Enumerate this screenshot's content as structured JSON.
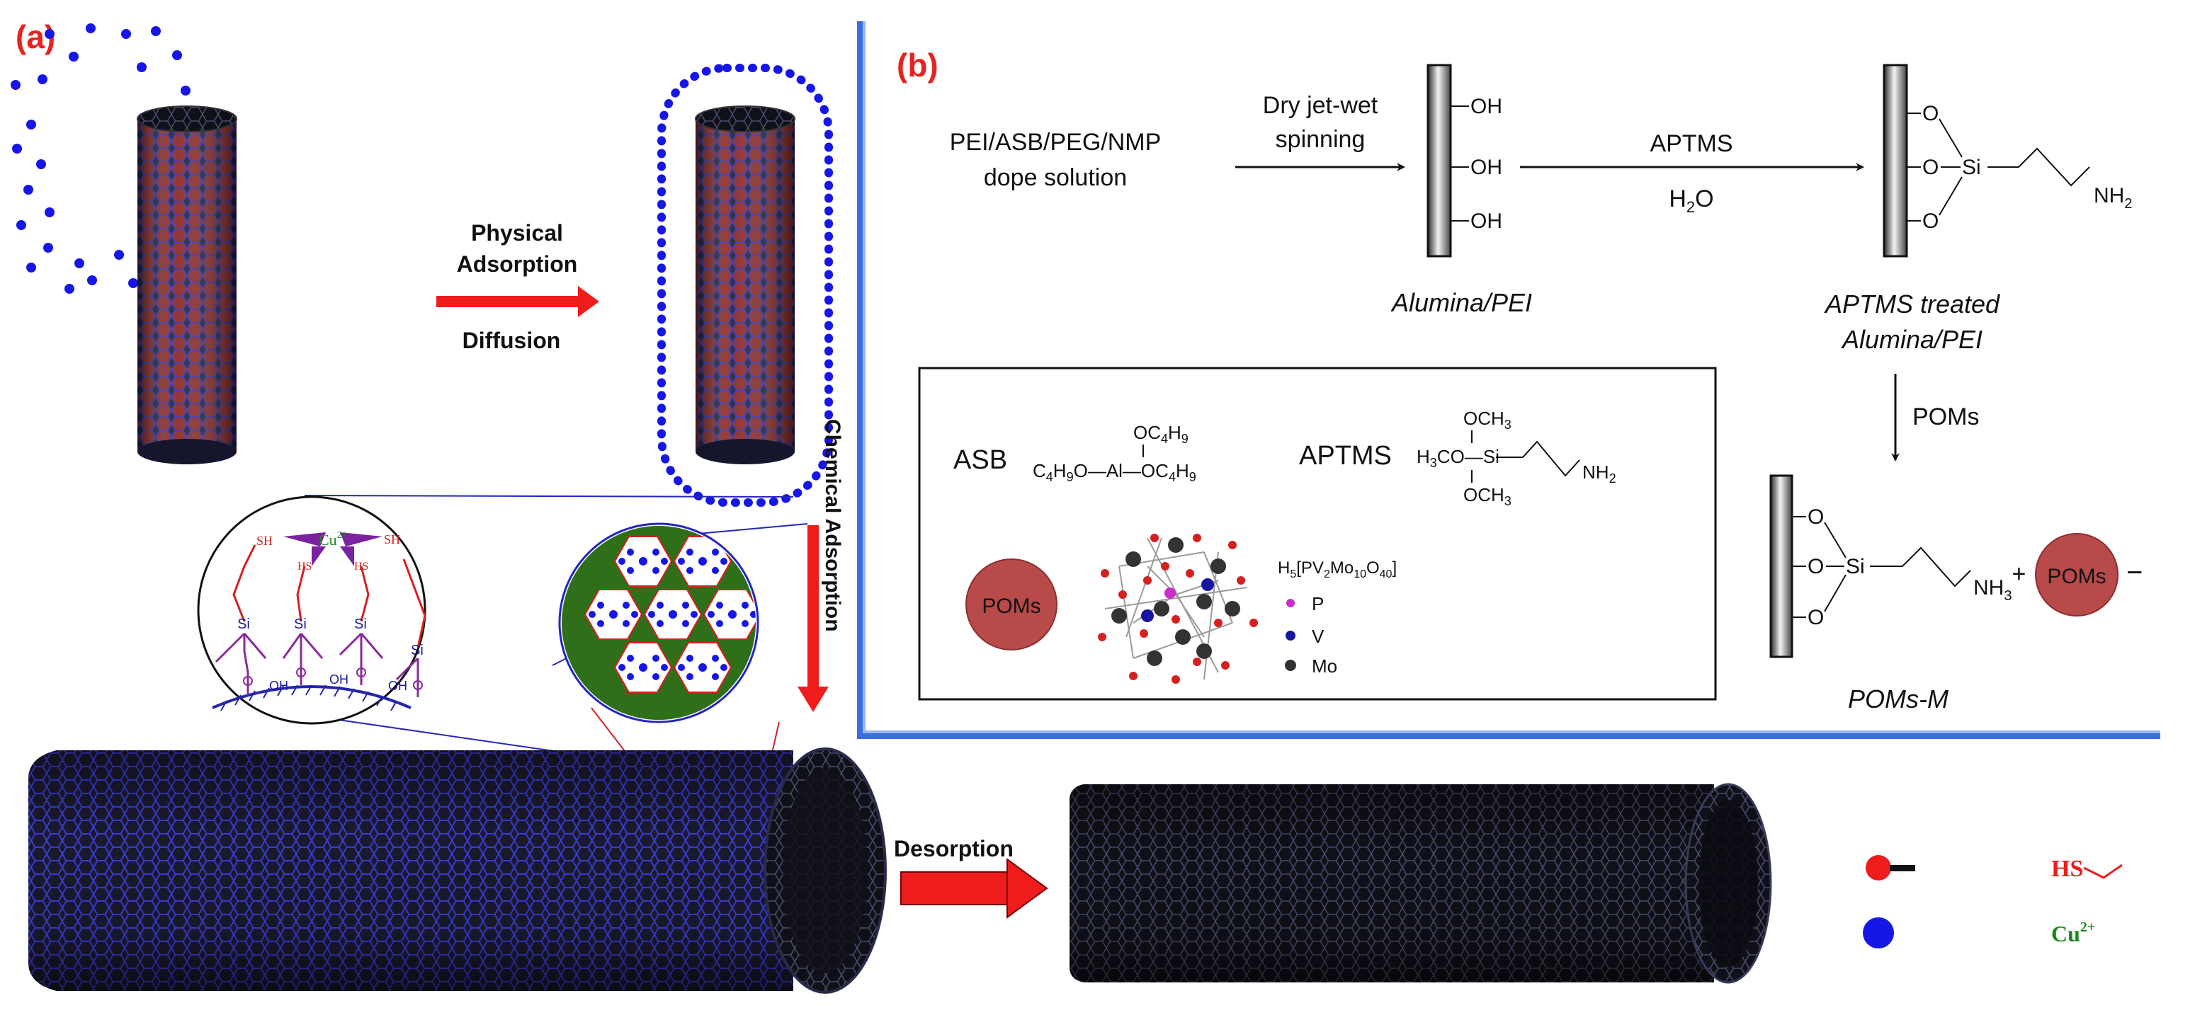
{
  "panel_a": {
    "label": "(a)",
    "arrow_right_top": "Physical",
    "arrow_right_mid": "Adsorption",
    "arrow_right_bottom": "Diffusion",
    "arrow_down": "Chemical Adsorption",
    "zoom_cu": "Cu",
    "zoom_cu_charge": "2+",
    "zoom_sh_1": "SH",
    "zoom_sh_2": "SH",
    "zoom_hs_1": "HS",
    "zoom_hs_2": "HS",
    "zoom_si": "Si",
    "zoom_oh": "OH",
    "arrow_desorption": "Desorption",
    "legend_hs": "HS",
    "legend_cu": "Cu",
    "legend_cu_charge": "2+"
  },
  "panel_b": {
    "label": "(b)",
    "dope_line1": "PEI/ASB/PEG/NMP",
    "dope_line2": "dope solution",
    "spin_line1": "Dry jet-wet",
    "spin_line2": "spinning",
    "oh": "OH",
    "aptms_reagent": "APTMS",
    "water": "H",
    "water_sub": "2",
    "water_o": "O",
    "alumina_pei": "Alumina/PEI",
    "o": "O",
    "si": "Si",
    "nh2": "NH",
    "nh2_sub": "2",
    "treated_line1": "APTMS treated",
    "treated_line2": "Alumina/PEI",
    "poms_reagent": "POMs",
    "nh3": "NH",
    "nh3_sub": "3",
    "nh3_plus": "+",
    "poms_circle": "POMs",
    "poms_minus": "−",
    "poms_m": "POMs-M"
  },
  "legend_box": {
    "asb": "ASB",
    "asb_formula_top": "OC",
    "asb_sub": "4",
    "asb_h9": "H",
    "asb_sub9": "9",
    "asb_left": "C",
    "asb_left_o": "O—Al—OC",
    "aptms": "APTMS",
    "aptms_top": "OCH",
    "aptms_left": "H",
    "aptms_left2": "CO—Si",
    "aptms_nh2": "NH",
    "sub3": "3",
    "sub2": "2",
    "poms": "POMs",
    "formula_h": "H",
    "formula_5": "5",
    "formula_pv": "[PV",
    "formula_2": "2",
    "formula_mo": "Mo",
    "formula_10": "10",
    "formula_o": "O",
    "formula_40": "40",
    "formula_end": "]",
    "key_p": "P",
    "key_v": "V",
    "key_mo": "Mo"
  },
  "colors": {
    "label_red": "#e8231f",
    "dot_blue": "#1616e6",
    "frame_blue": "#3a6fe0",
    "poms_red": "#b84a4a",
    "cu_green": "#1a8a1a",
    "hex_green": "#2f6f1a"
  }
}
